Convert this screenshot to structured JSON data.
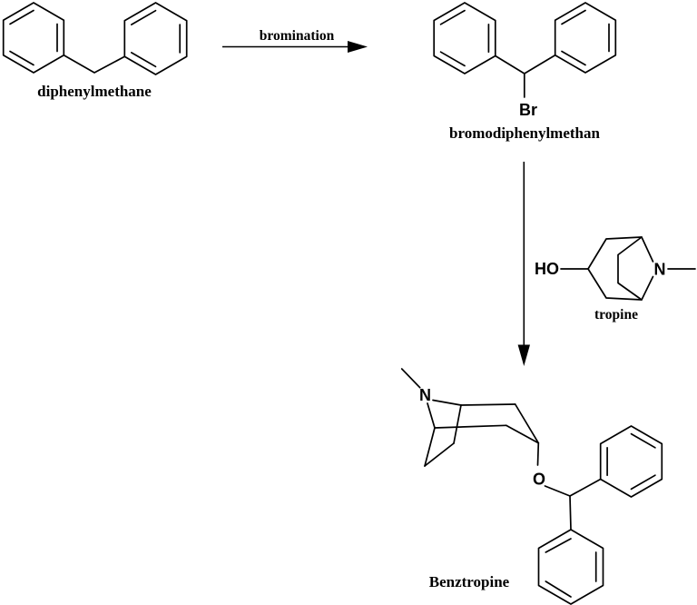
{
  "scheme": {
    "reactant": {
      "name": "diphenylmethane"
    },
    "step1": {
      "label": "bromination"
    },
    "intermediate": {
      "name": "bromodiphenylmethan",
      "halogen_label": "Br"
    },
    "reagent": {
      "name": "tropine",
      "hydroxyl_label": "HO",
      "nitrogen_label": "N"
    },
    "product": {
      "name": "Benztropine",
      "nitrogen_label": "N",
      "oxygen_label": "O"
    },
    "colors": {
      "ink": "#000000",
      "background": "#ffffff"
    }
  }
}
